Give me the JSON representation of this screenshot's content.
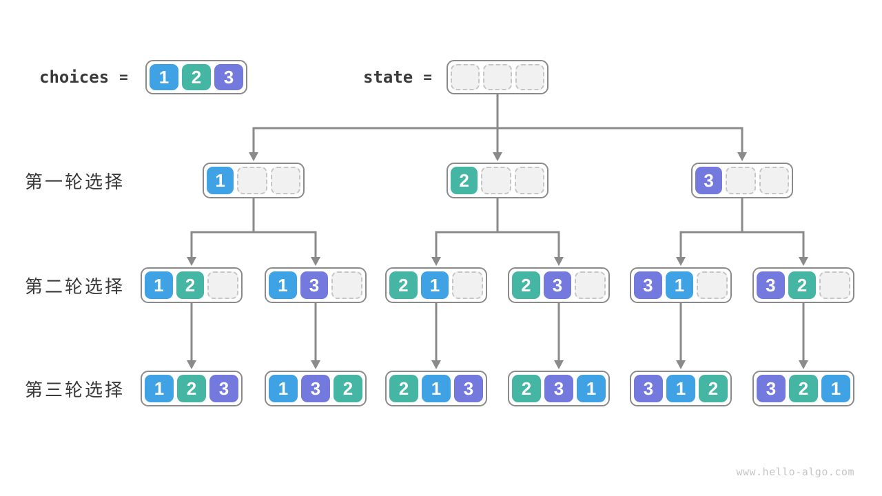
{
  "header": {
    "choices_label": "choices",
    "equals": "=",
    "choices_cells": [
      "1",
      "2",
      "3"
    ],
    "state_label": "state",
    "state_cells": [
      "",
      "",
      ""
    ]
  },
  "rows": [
    {
      "label": "第一轮选择",
      "boxes": [
        [
          "1",
          "",
          ""
        ],
        [
          "2",
          "",
          ""
        ],
        [
          "3",
          "",
          ""
        ]
      ]
    },
    {
      "label": "第二轮选择",
      "boxes": [
        [
          "1",
          "2",
          ""
        ],
        [
          "1",
          "3",
          ""
        ],
        [
          "2",
          "1",
          ""
        ],
        [
          "2",
          "3",
          ""
        ],
        [
          "3",
          "1",
          ""
        ],
        [
          "3",
          "2",
          ""
        ]
      ]
    },
    {
      "label": "第三轮选择",
      "boxes": [
        [
          "1",
          "2",
          "3"
        ],
        [
          "1",
          "3",
          "2"
        ],
        [
          "2",
          "1",
          "3"
        ],
        [
          "2",
          "3",
          "1"
        ],
        [
          "3",
          "1",
          "2"
        ],
        [
          "3",
          "2",
          "1"
        ]
      ]
    }
  ],
  "colors": {
    "cell_1": "#3ea2e5",
    "cell_2": "#44b6a3",
    "cell_3": "#7379dd",
    "empty_fill": "#f1f1f1",
    "empty_border": "#c6c6c6",
    "box_border": "#8a8a8a",
    "arrow": "#8a8a8a",
    "label_text": "#3a3a3a",
    "watermark_text": "#c6c6c6"
  },
  "watermark": "www.hello-algo.com"
}
